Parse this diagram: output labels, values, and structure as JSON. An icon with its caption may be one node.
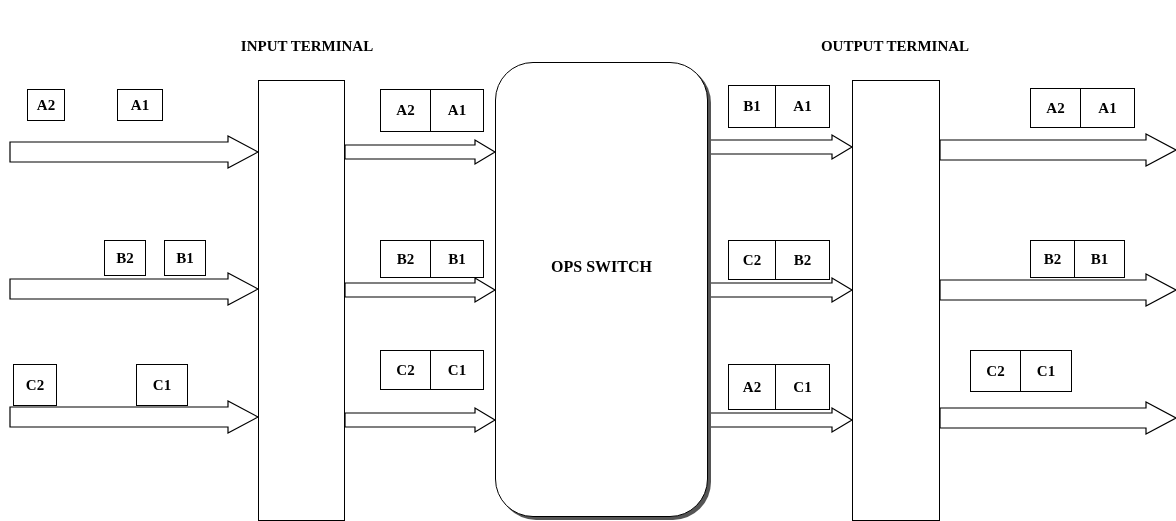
{
  "diagram": {
    "nodes": [
      {
        "text": [
          "INPUT TERMINAL"
        ]
      },
      {
        "text": [
          "OPS SWITCH"
        ]
      },
      {
        "text": [
          "OUTPUT TERMINAL"
        ]
      },
      {
        "text": [
          "A2"
        ]
      },
      {
        "text": [
          "A1"
        ]
      },
      {
        "text": [
          "B2"
        ]
      },
      {
        "text": [
          "B1"
        ]
      },
      {
        "text": [
          "C2"
        ]
      },
      {
        "text": [
          "C1"
        ]
      },
      {
        "text": [
          "A2"
        ]
      },
      {
        "text": [
          "A1"
        ]
      },
      {
        "text": [
          "B2"
        ]
      },
      {
        "text": [
          "B1"
        ]
      },
      {
        "text": [
          "C2"
        ]
      },
      {
        "text": [
          "C1"
        ]
      },
      {
        "text": [
          "B1"
        ]
      },
      {
        "text": [
          "A1"
        ]
      },
      {
        "text": [
          "C2"
        ]
      },
      {
        "text": [
          "B2"
        ]
      },
      {
        "text": [
          "A2"
        ]
      },
      {
        "text": [
          "C1"
        ]
      },
      {
        "text": [
          "A2"
        ]
      },
      {
        "text": [
          "A1"
        ]
      },
      {
        "text": [
          "B2"
        ]
      },
      {
        "text": [
          "B1"
        ]
      },
      {
        "text": [
          "C2"
        ]
      },
      {
        "text": [
          "C1"
        ]
      }
    ],
    "edges": [
      {
        "from": null,
        "to": 0,
        "arrow": "to"
      },
      {
        "from": null,
        "to": 0,
        "arrow": "to"
      },
      {
        "from": null,
        "to": 0,
        "arrow": "to"
      },
      {
        "from": 0,
        "to": 1,
        "arrow": "to"
      },
      {
        "from": 0,
        "to": 1,
        "arrow": "to"
      },
      {
        "from": 0,
        "to": 1,
        "arrow": "to"
      },
      {
        "from": 1,
        "to": 2,
        "arrow": "to"
      },
      {
        "from": 1,
        "to": 2,
        "arrow": "to"
      },
      {
        "from": 1,
        "to": 2,
        "arrow": "to"
      },
      {
        "from": 2,
        "to": null,
        "arrow": "to"
      },
      {
        "from": 2,
        "to": null,
        "arrow": "to"
      },
      {
        "from": 2,
        "to": null,
        "arrow": "to"
      }
    ]
  }
}
